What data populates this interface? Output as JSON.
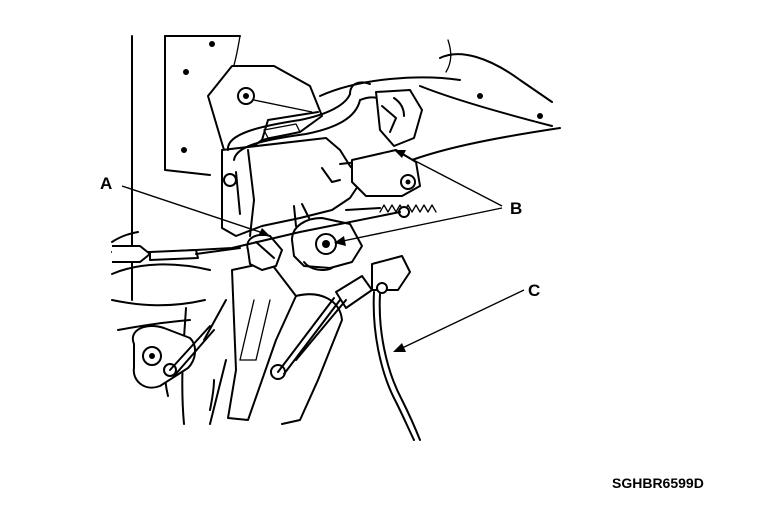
{
  "diagram": {
    "callouts": [
      {
        "id": "A",
        "label": "A"
      },
      {
        "id": "B",
        "label": "B"
      },
      {
        "id": "C",
        "label": "C"
      }
    ],
    "figure_code": "SGHBR6599D"
  }
}
